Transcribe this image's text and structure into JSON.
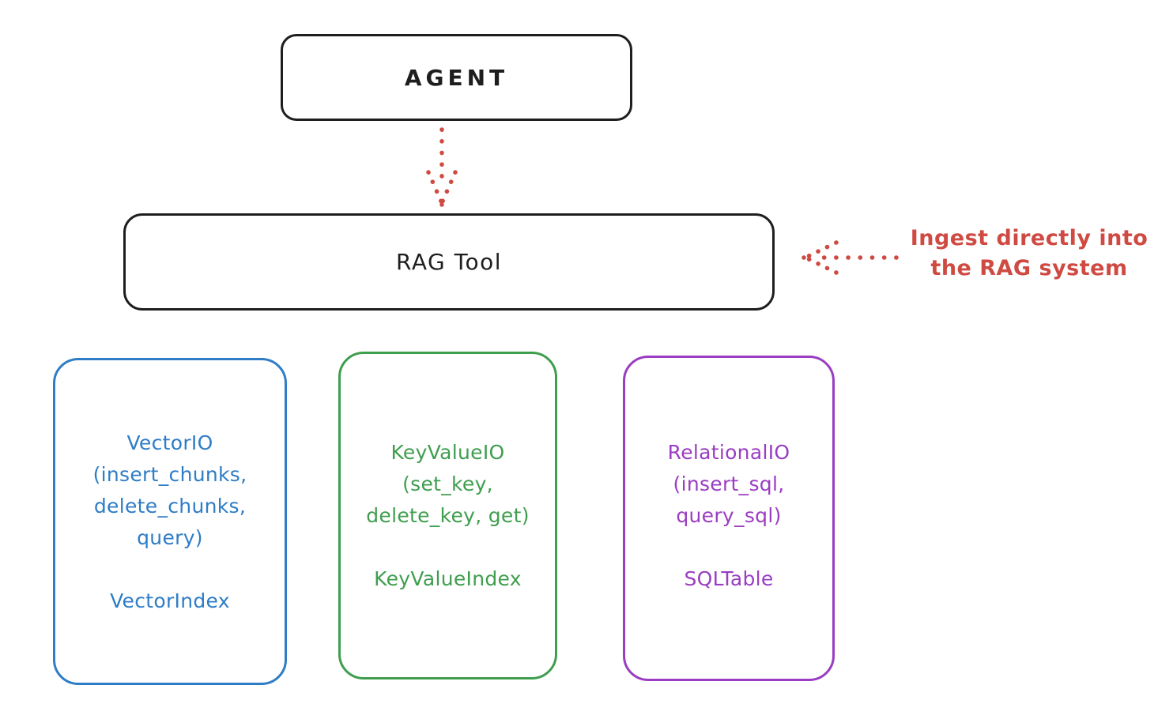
{
  "diagram": {
    "background_color": "#ffffff",
    "stroke_color": "#1e1e1e",
    "accent_red": "#cf4a42",
    "agent_box": {
      "label": "AGENT"
    },
    "rag_tool_box": {
      "label": "RAG Tool"
    },
    "arrows": {
      "agent_to_rag": "dotted-down-arrow",
      "annotation_to_rag": "dotted-left-arrow"
    },
    "annotation": {
      "line1": "Ingest directly into",
      "line2": "the RAG system",
      "color": "#cf4a42"
    },
    "io_boxes": [
      {
        "id": "vector-io",
        "color": "#2e7dc6",
        "lines": [
          "VectorIO",
          "(insert_chunks,",
          "delete_chunks,",
          "query)"
        ],
        "index_label": "VectorIndex"
      },
      {
        "id": "keyvalue-io",
        "color": "#3f9e4e",
        "lines": [
          "KeyValueIO",
          "(set_key,",
          "delete_key, get)"
        ],
        "index_label": "KeyValueIndex"
      },
      {
        "id": "relational-io",
        "color": "#9a3dc2",
        "lines": [
          "RelationalIO",
          "(insert_sql,",
          "query_sql)"
        ],
        "index_label": "SQLTable"
      }
    ]
  }
}
